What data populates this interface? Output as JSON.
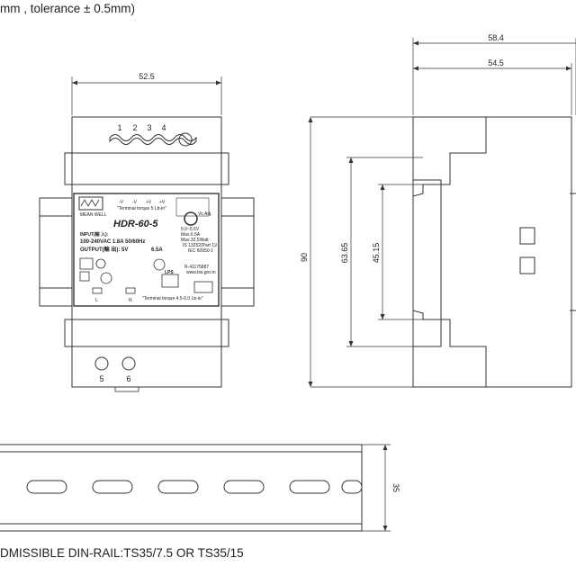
{
  "header_note": "mm , tolerance ± 0.5mm)",
  "footer_note": "DMISSIBLE DIN-RAIL:TS35/7.5 OR TS35/15",
  "front_view": {
    "width_dim": "52.5",
    "top_terminals": [
      "1",
      "2",
      "3",
      "4"
    ],
    "bottom_terminals": [
      "5",
      "6"
    ],
    "brand": "MEAN WELL",
    "model": "HDR-60-5",
    "output_signs": [
      "-V",
      "-V",
      "+V",
      "+V"
    ],
    "torque_top": "\"Terminal torque 5 Lb-in\"",
    "torque_bottom": "\"Terminal torque 4.5-6.0 Lb-in\"",
    "input_label": "INPUT(輸 入):",
    "input_value": "100-240VAC 1.8A 50/60Hz",
    "output_label": "OUTPUT(輸 出): 5V",
    "output_value": "6.5A",
    "adj_label": "Vo Adj.",
    "adj_range": "5.0~5.5V",
    "max_current": "Max.6.5A",
    "max_power": "Max.32.5Watt",
    "standard_1": "IS 13252(Part 1)/",
    "standard_2": "IEC 60950-1",
    "reg_number": "R-41175887",
    "website": "www.bis.gov.in",
    "lps": "LPS",
    "pin_l": "L",
    "pin_n": "N"
  },
  "side_view": {
    "overall_depth": "58.4",
    "body_depth": "54.5",
    "height": "90",
    "step_height": "63.65",
    "inner_height": "45.15"
  },
  "rail_view": {
    "height_dim": "35"
  }
}
